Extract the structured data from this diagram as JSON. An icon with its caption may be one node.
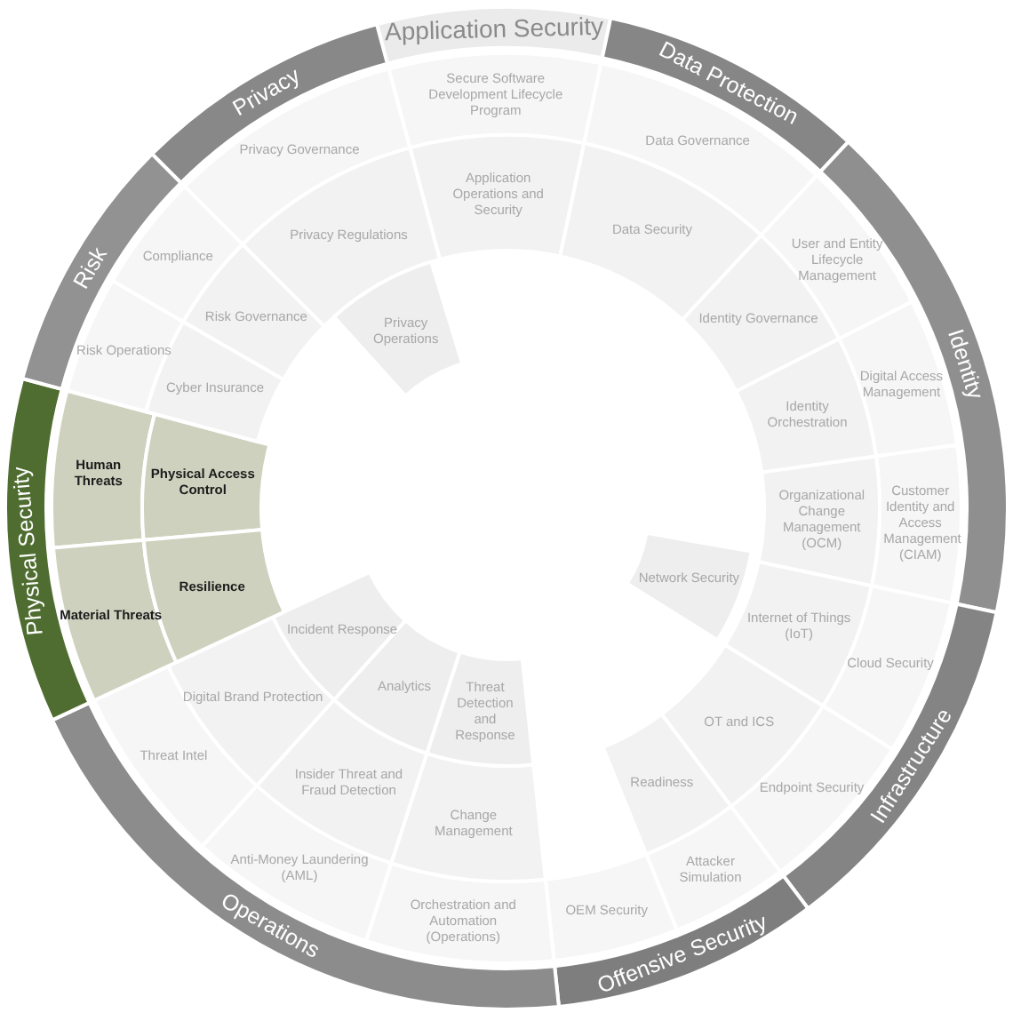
{
  "diagram": {
    "nodes": [
      {
        "text": [
          "Application Security"
        ]
      },
      {
        "text": [
          "Secure Software Development Lifecycle Program"
        ]
      },
      {
        "text": [
          "Application Operations and Security"
        ]
      },
      {
        "text": [
          "Data Protection"
        ]
      },
      {
        "text": [
          "Data Governance"
        ]
      },
      {
        "text": [
          "Data Security"
        ]
      },
      {
        "text": [
          "Identity"
        ]
      },
      {
        "text": [
          "User and Entity Lifecycle Management"
        ]
      },
      {
        "text": [
          "Identity Governance"
        ]
      },
      {
        "text": [
          "Digital Access Management"
        ]
      },
      {
        "text": [
          "Identity Orchestration"
        ]
      },
      {
        "text": [
          "Customer Identity and Access Management (CIAM)"
        ]
      },
      {
        "text": [
          "Organizational Change Management (OCM)"
        ]
      },
      {
        "text": [
          "Infrastructure"
        ]
      },
      {
        "text": [
          "Cloud Security"
        ]
      },
      {
        "text": [
          "Internet of Things (IoT)"
        ]
      },
      {
        "text": [
          "Network Security"
        ]
      },
      {
        "text": [
          "Endpoint Security"
        ]
      },
      {
        "text": [
          "OT and ICS"
        ]
      },
      {
        "text": [
          "Offensive Security"
        ]
      },
      {
        "text": [
          "Attacker Simulation"
        ]
      },
      {
        "text": [
          "Readiness"
        ]
      },
      {
        "text": [
          "OEM Security"
        ]
      },
      {
        "text": [
          "Operations"
        ]
      },
      {
        "text": [
          "Orchestration and Automation (Operations)"
        ]
      },
      {
        "text": [
          "Change Management"
        ]
      },
      {
        "text": [
          "Threat Detection and Response"
        ]
      },
      {
        "text": [
          "Anti-Money Laundering (AML)"
        ]
      },
      {
        "text": [
          "Insider Threat and Fraud Detection"
        ]
      },
      {
        "text": [
          "Analytics"
        ]
      },
      {
        "text": [
          "Threat Intel"
        ]
      },
      {
        "text": [
          "Digital Brand Protection"
        ]
      },
      {
        "text": [
          "Incident Response"
        ]
      },
      {
        "text": [
          "Physical Security"
        ]
      },
      {
        "text": [
          "Human Threats"
        ]
      },
      {
        "text": [
          "Physical Access Control"
        ]
      },
      {
        "text": [
          "Material Threats"
        ]
      },
      {
        "text": [
          "Resilience"
        ]
      },
      {
        "text": [
          "Risk"
        ]
      },
      {
        "text": [
          "Risk Operations"
        ]
      },
      {
        "text": [
          "Cyber Insurance"
        ]
      },
      {
        "text": [
          "Compliance"
        ]
      },
      {
        "text": [
          "Risk Governance"
        ]
      },
      {
        "text": [
          "Privacy"
        ]
      },
      {
        "text": [
          "Privacy Governance"
        ]
      },
      {
        "text": [
          "Privacy Regulations"
        ]
      },
      {
        "text": [
          "Privacy Operations"
        ]
      }
    ]
  }
}
